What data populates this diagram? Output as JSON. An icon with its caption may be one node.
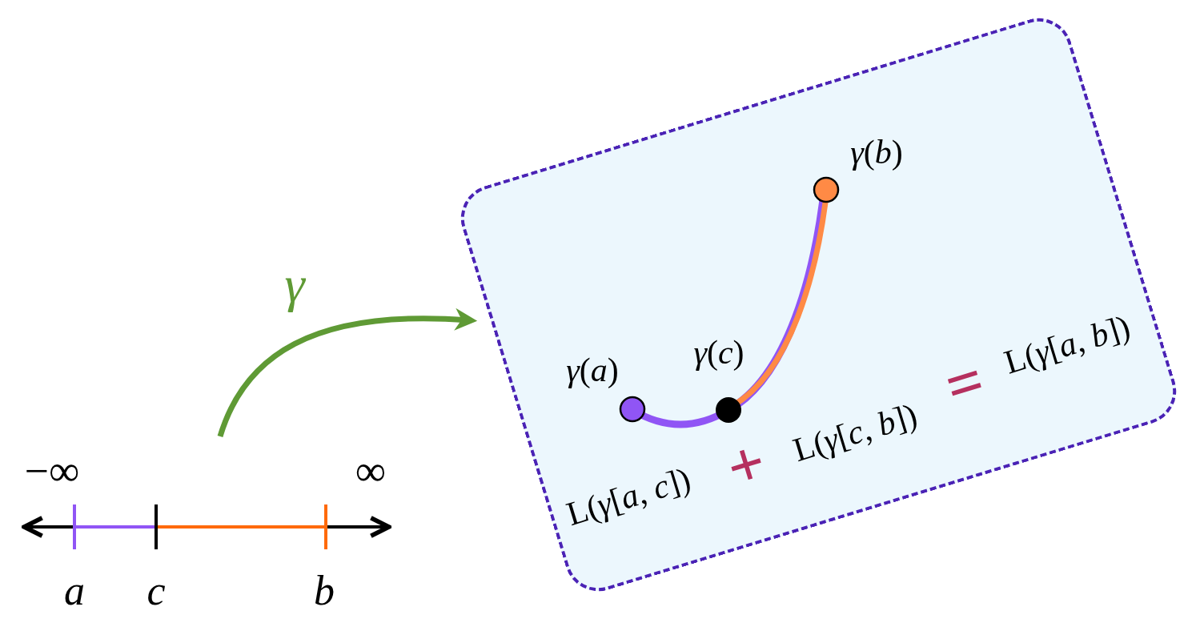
{
  "diagram": {
    "nodes": [
      {
        "text": [],
        "shape": "bar"
      },
      {
        "text": [],
        "shape": "box"
      }
    ],
    "edges": [
      {
        "from": 0,
        "to": 1,
        "arrow": "to",
        "label": "γ"
      }
    ],
    "labels": [
      "*γ*(*b*)",
      "*γ*(*c*)",
      "L(*γ*[*a*, *b*])",
      "*γ*(*a*)",
      "L(*γ*[*c*, *b*])",
      "=",
      "−∞",
      "∞",
      "+",
      "L(*γ*[*a*, *c*])",
      "*a*",
      "*c*",
      "*b*"
    ]
  }
}
